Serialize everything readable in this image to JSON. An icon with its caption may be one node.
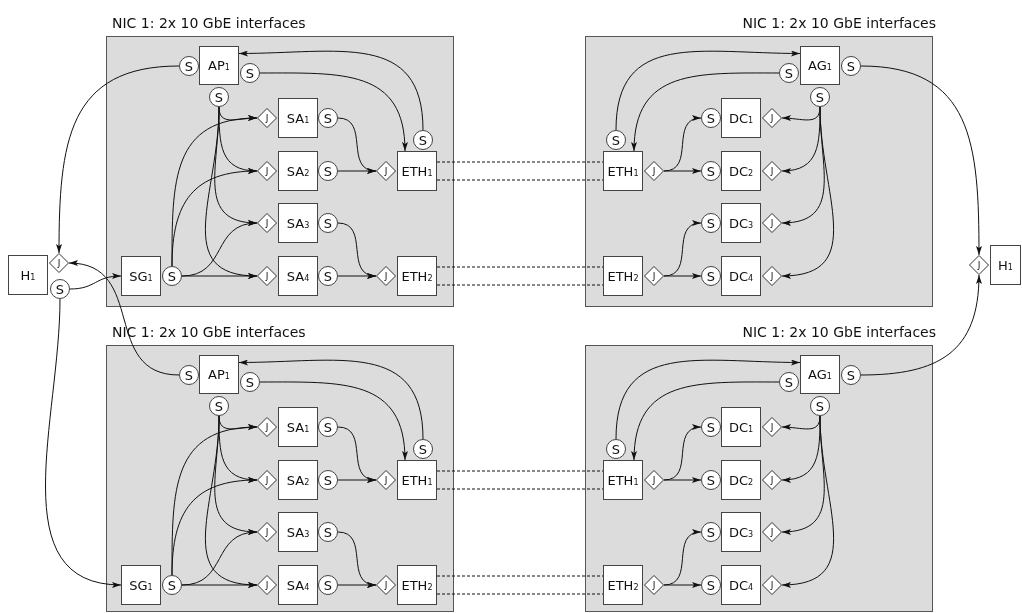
{
  "diagram": {
    "nodes": [
      {
        "text": [
          "NIC 1: 2x 10 GbE interfaces"
        ]
      },
      {
        "text": [
          "S"
        ],
        "in": 0
      },
      {
        "text": [
          "AP$_{1}$"
        ],
        "in": 0
      },
      {
        "text": [
          "S"
        ],
        "in": 0
      },
      {
        "text": [
          "S"
        ],
        "in": 0
      },
      {
        "text": [
          "J"
        ],
        "in": 0
      },
      {
        "text": [
          "SA$_{1}$"
        ],
        "in": 0
      },
      {
        "text": [
          "S"
        ],
        "in": 0
      },
      {
        "text": [
          "J"
        ],
        "in": 0
      },
      {
        "text": [
          "SA$_{2}$"
        ],
        "in": 0
      },
      {
        "text": [
          "S"
        ],
        "in": 0
      },
      {
        "text": [
          "J"
        ],
        "in": 0
      },
      {
        "text": [
          "SA$_{3}$"
        ],
        "in": 0
      },
      {
        "text": [
          "S"
        ],
        "in": 0
      },
      {
        "text": [
          "J"
        ],
        "in": 0
      },
      {
        "text": [
          "SA$_{4}$"
        ],
        "in": 0
      },
      {
        "text": [
          "S"
        ],
        "in": 0
      },
      {
        "text": [
          "SG$_{1}$"
        ],
        "in": 0
      },
      {
        "text": [
          "S"
        ],
        "in": 0
      },
      {
        "text": [
          "S"
        ],
        "in": 0
      },
      {
        "text": [
          "J"
        ],
        "in": 0
      },
      {
        "text": [
          "ETH$_{1}$"
        ],
        "in": 0
      },
      {
        "text": [
          "J"
        ],
        "in": 0
      },
      {
        "text": [
          "ETH$_{2}$"
        ],
        "in": 0
      },
      {
        "text": [
          "NIC 1: 2x 10 GbE interfaces"
        ]
      },
      {
        "text": [
          "S"
        ],
        "in": 24
      },
      {
        "text": [
          "AG$_{1}$"
        ],
        "in": 24
      },
      {
        "text": [
          "S"
        ],
        "in": 24
      },
      {
        "text": [
          "S"
        ],
        "in": 24
      },
      {
        "text": [
          "S"
        ],
        "in": 24
      },
      {
        "text": [
          "DC$_{1}$"
        ],
        "in": 24
      },
      {
        "text": [
          "J"
        ],
        "in": 24
      },
      {
        "text": [
          "S"
        ],
        "in": 24
      },
      {
        "text": [
          "DC$_{2}$"
        ],
        "in": 24
      },
      {
        "text": [
          "J"
        ],
        "in": 24
      },
      {
        "text": [
          "S"
        ],
        "in": 24
      },
      {
        "text": [
          "DC$_{3}$"
        ],
        "in": 24
      },
      {
        "text": [
          "J"
        ],
        "in": 24
      },
      {
        "text": [
          "S"
        ],
        "in": 24
      },
      {
        "text": [
          "DC$_{4}$"
        ],
        "in": 24
      },
      {
        "text": [
          "J"
        ],
        "in": 24
      },
      {
        "text": [
          "S"
        ],
        "in": 24
      },
      {
        "text": [
          "ETH$_{1}$"
        ],
        "in": 24
      },
      {
        "text": [
          "J"
        ],
        "in": 24
      },
      {
        "text": [
          "ETH$_{2}$"
        ],
        "in": 24
      },
      {
        "text": [
          "J"
        ],
        "in": 24
      },
      {
        "text": [
          "H$_{1}$"
        ]
      },
      {
        "text": [
          "J"
        ]
      },
      {
        "text": [
          "S"
        ]
      },
      {
        "text": [
          "J"
        ]
      },
      {
        "text": [
          "H$_{1}$"
        ]
      },
      {
        "text": [
          "NIC 1: 2x 10 GbE interfaces"
        ]
      },
      {
        "text": [
          "S"
        ],
        "in": 51
      },
      {
        "text": [
          "AP$_{1}$"
        ],
        "in": 51
      },
      {
        "text": [
          "S"
        ],
        "in": 51
      },
      {
        "text": [
          "S"
        ],
        "in": 51
      },
      {
        "text": [
          "J"
        ],
        "in": 51
      },
      {
        "text": [
          "SA$_{1}$"
        ],
        "in": 51
      },
      {
        "text": [
          "S"
        ],
        "in": 51
      },
      {
        "text": [
          "J"
        ],
        "in": 51
      },
      {
        "text": [
          "SA$_{2}$"
        ],
        "in": 51
      },
      {
        "text": [
          "S"
        ],
        "in": 51
      },
      {
        "text": [
          "J"
        ],
        "in": 51
      },
      {
        "text": [
          "SA$_{3}$"
        ],
        "in": 51
      },
      {
        "text": [
          "S"
        ],
        "in": 51
      },
      {
        "text": [
          "J"
        ],
        "in": 51
      },
      {
        "text": [
          "SA$_{4}$"
        ],
        "in": 51
      },
      {
        "text": [
          "S"
        ],
        "in": 51
      },
      {
        "text": [
          "SG$_{1}$"
        ],
        "in": 51
      },
      {
        "text": [
          "S"
        ],
        "in": 51
      },
      {
        "text": [
          "S"
        ],
        "in": 51
      },
      {
        "text": [
          "J"
        ],
        "in": 51
      },
      {
        "text": [
          "ETH$_{1}$"
        ],
        "in": 51
      },
      {
        "text": [
          "J"
        ],
        "in": 51
      },
      {
        "text": [
          "ETH$_{2}$"
        ],
        "in": 51
      },
      {
        "text": [
          "NIC 1: 2x 10 GbE interfaces"
        ]
      },
      {
        "text": [
          "S"
        ],
        "in": 75
      },
      {
        "text": [
          "AG$_{1}$"
        ],
        "in": 75
      },
      {
        "text": [
          "S"
        ],
        "in": 75
      },
      {
        "text": [
          "S"
        ],
        "in": 75
      },
      {
        "text": [
          "S"
        ],
        "in": 75
      },
      {
        "text": [
          "DC$_{1}$"
        ],
        "in": 75
      },
      {
        "text": [
          "J"
        ],
        "in": 75
      },
      {
        "text": [
          "S"
        ],
        "in": 75
      },
      {
        "text": [
          "DC$_{2}$"
        ],
        "in": 75
      },
      {
        "text": [
          "J"
        ],
        "in": 75
      },
      {
        "text": [
          "S"
        ],
        "in": 75
      },
      {
        "text": [
          "DC$_{3}$"
        ],
        "in": 75
      },
      {
        "text": [
          "J"
        ],
        "in": 75
      },
      {
        "text": [
          "S"
        ],
        "in": 75
      },
      {
        "text": [
          "DC$_{4}$"
        ],
        "in": 75
      },
      {
        "text": [
          "J"
        ],
        "in": 75
      },
      {
        "text": [
          "S"
        ],
        "in": 75
      },
      {
        "text": [
          "ETH$_{1}$"
        ],
        "in": 75
      },
      {
        "text": [
          "J"
        ],
        "in": 75
      },
      {
        "text": [
          "ETH$_{2}$"
        ],
        "in": 75
      },
      {
        "text": [
          "J"
        ],
        "in": 75
      }
    ],
    "edges": [
      {
        "from": 4,
        "to": 5,
        "arrow": "to"
      },
      {
        "from": 4,
        "to": 8,
        "arrow": "to"
      },
      {
        "from": 4,
        "to": 11,
        "arrow": "to"
      },
      {
        "from": 4,
        "to": 14,
        "arrow": "to"
      },
      {
        "from": 18,
        "to": 5,
        "arrow": "to"
      },
      {
        "from": 18,
        "to": 8,
        "arrow": "to"
      },
      {
        "from": 18,
        "to": 11,
        "arrow": "to"
      },
      {
        "from": 18,
        "to": 14,
        "arrow": "to"
      },
      {
        "from": 7,
        "to": 20,
        "arrow": "to"
      },
      {
        "from": 10,
        "to": 20,
        "arrow": "to"
      },
      {
        "from": 13,
        "to": 22,
        "arrow": "to"
      },
      {
        "from": 16,
        "to": 22,
        "arrow": "to"
      },
      {
        "from": 3,
        "to": 21,
        "arrow": "to"
      },
      {
        "from": 19,
        "to": 2,
        "arrow": "to"
      },
      {
        "from": 1,
        "to": 47,
        "arrow": "to"
      },
      {
        "from": 41,
        "to": 26,
        "arrow": "to"
      },
      {
        "from": 25,
        "to": 42,
        "arrow": "to"
      },
      {
        "from": 43,
        "to": 29,
        "arrow": "to"
      },
      {
        "from": 43,
        "to": 32,
        "arrow": "to"
      },
      {
        "from": 45,
        "to": 35,
        "arrow": "to"
      },
      {
        "from": 45,
        "to": 38,
        "arrow": "to"
      },
      {
        "from": 28,
        "to": 31,
        "arrow": "to"
      },
      {
        "from": 28,
        "to": 34,
        "arrow": "to"
      },
      {
        "from": 28,
        "to": 37,
        "arrow": "to"
      },
      {
        "from": 28,
        "to": 40,
        "arrow": "to"
      },
      {
        "from": 27,
        "to": 49,
        "arrow": "to"
      },
      {
        "from": 21,
        "to": 42,
        "arrow": "none",
        "style": "dashed"
      },
      {
        "from": 21,
        "to": 42,
        "arrow": "none",
        "style": "dashed"
      },
      {
        "from": 23,
        "to": 44,
        "arrow": "none",
        "style": "dashed"
      },
      {
        "from": 23,
        "to": 44,
        "arrow": "none",
        "style": "dashed"
      },
      {
        "from": 55,
        "to": 56,
        "arrow": "to"
      },
      {
        "from": 55,
        "to": 59,
        "arrow": "to"
      },
      {
        "from": 55,
        "to": 62,
        "arrow": "to"
      },
      {
        "from": 55,
        "to": 65,
        "arrow": "to"
      },
      {
        "from": 69,
        "to": 56,
        "arrow": "to"
      },
      {
        "from": 69,
        "to": 59,
        "arrow": "to"
      },
      {
        "from": 69,
        "to": 62,
        "arrow": "to"
      },
      {
        "from": 69,
        "to": 65,
        "arrow": "to"
      },
      {
        "from": 58,
        "to": 71,
        "arrow": "to"
      },
      {
        "from": 61,
        "to": 71,
        "arrow": "to"
      },
      {
        "from": 64,
        "to": 73,
        "arrow": "to"
      },
      {
        "from": 67,
        "to": 73,
        "arrow": "to"
      },
      {
        "from": 54,
        "to": 72,
        "arrow": "to"
      },
      {
        "from": 70,
        "to": 53,
        "arrow": "to"
      },
      {
        "from": 52,
        "to": 47,
        "arrow": "to"
      },
      {
        "from": 92,
        "to": 77,
        "arrow": "to"
      },
      {
        "from": 76,
        "to": 93,
        "arrow": "to"
      },
      {
        "from": 94,
        "to": 80,
        "arrow": "to"
      },
      {
        "from": 94,
        "to": 83,
        "arrow": "to"
      },
      {
        "from": 96,
        "to": 86,
        "arrow": "to"
      },
      {
        "from": 96,
        "to": 89,
        "arrow": "to"
      },
      {
        "from": 79,
        "to": 82,
        "arrow": "to"
      },
      {
        "from": 79,
        "to": 85,
        "arrow": "to"
      },
      {
        "from": 79,
        "to": 88,
        "arrow": "to"
      },
      {
        "from": 79,
        "to": 91,
        "arrow": "to"
      },
      {
        "from": 78,
        "to": 49,
        "arrow": "to"
      },
      {
        "from": 72,
        "to": 93,
        "arrow": "none",
        "style": "dashed"
      },
      {
        "from": 72,
        "to": 93,
        "arrow": "none",
        "style": "dashed"
      },
      {
        "from": 74,
        "to": 95,
        "arrow": "none",
        "style": "dashed"
      },
      {
        "from": 74,
        "to": 95,
        "arrow": "none",
        "style": "dashed"
      },
      {
        "from": 48,
        "to": 17,
        "arrow": "to"
      },
      {
        "from": 48,
        "to": 68,
        "arrow": "to"
      }
    ]
  }
}
